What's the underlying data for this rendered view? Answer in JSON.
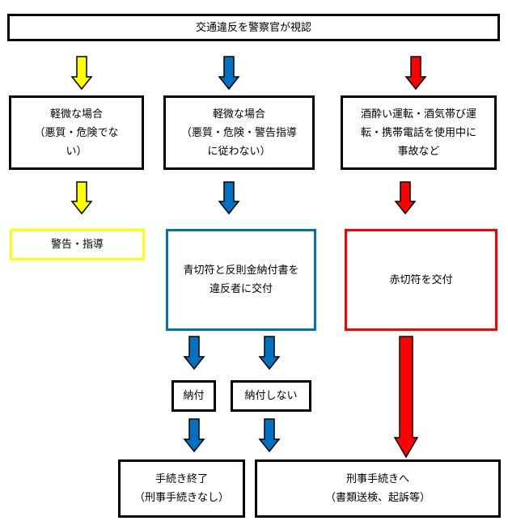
{
  "title": "交通違反を警察官が視認",
  "columns": {
    "minor_safe": {
      "lines": [
        "軽微な場合",
        "（悪質・危険でな",
        "い）"
      ]
    },
    "minor_warn": {
      "lines": [
        "軽微な場合",
        "（悪質・危険・警告指導",
        "に従わない）"
      ]
    },
    "serious": {
      "lines": [
        "酒酔い運転・酒気帯び運",
        "転・携帯電話を使用中に",
        "事故など"
      ]
    }
  },
  "outcomes": {
    "warning": "警告・指導",
    "blue_ticket": [
      "青切符と反則金納付書を",
      "違反者に交付"
    ],
    "red_ticket": "赤切符を交付",
    "paid": "納付",
    "not_paid": "納付しない",
    "procedure_end": [
      "手続き終了",
      "（刑事手続きなし）"
    ],
    "criminal_procedure": [
      "刑事手続きへ",
      "（書類送検、起訴等）"
    ]
  },
  "colors": {
    "yellow": "#ffff00",
    "blue": "#0070c0",
    "red": "#ff0000",
    "black": "#000000"
  }
}
